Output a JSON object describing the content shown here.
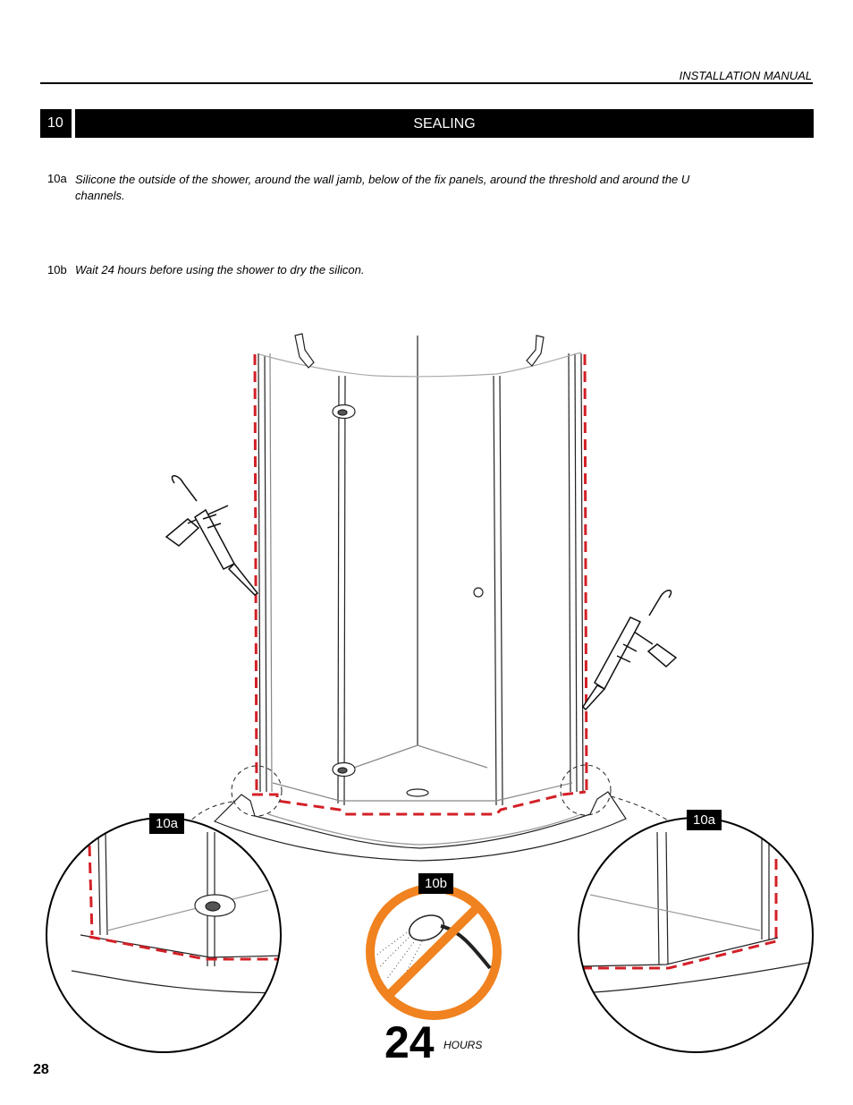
{
  "header": {
    "manual_label": "INSTALLATION MANUAL"
  },
  "step": {
    "number": "10",
    "title": "SEALING"
  },
  "substeps": [
    {
      "id": "10a",
      "text": "Silicone the outside of the shower, around the wall jamb, below of the fix panels, around the threshold and around the U channels."
    },
    {
      "id": "10b",
      "text": "Wait 24 hours before using the shower to dry the silicon."
    }
  ],
  "figure": {
    "left_detail_tag": "10a",
    "right_detail_tag": "10a",
    "no_shower_tag": "10b",
    "wait_number": "24",
    "wait_unit": "HOURS",
    "colors": {
      "seal": "#d32027",
      "prohibit": "#f08220"
    }
  },
  "footer": {
    "page_number": "28"
  }
}
